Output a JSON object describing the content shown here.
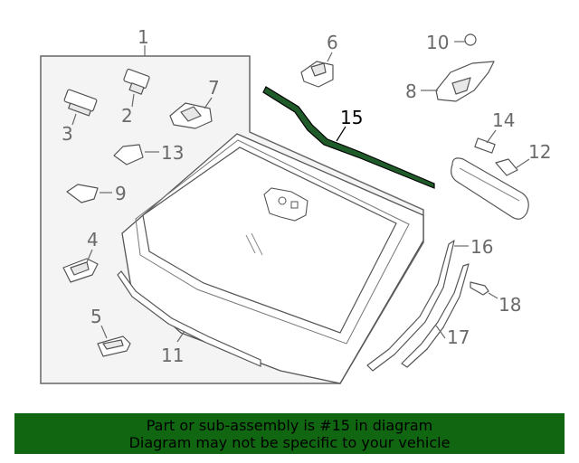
{
  "callouts": {
    "c1": "1",
    "c2": "2",
    "c3": "3",
    "c4": "4",
    "c5": "5",
    "c6": "6",
    "c7": "7",
    "c8": "8",
    "c9": "9",
    "c10": "10",
    "c11": "11",
    "c12": "12",
    "c13": "13",
    "c14": "14",
    "c15": "15",
    "c16": "16",
    "c17": "17",
    "c18": "18"
  },
  "highlight_part": "15",
  "colors": {
    "banner_bg": "#116611",
    "highlight_part": "#1f5c2a",
    "panel_bg": "#f4f4f4"
  },
  "banner": {
    "line1": "Part or sub-assembly is #15 in diagram",
    "line2": "Diagram may not be specific to your vehicle"
  }
}
